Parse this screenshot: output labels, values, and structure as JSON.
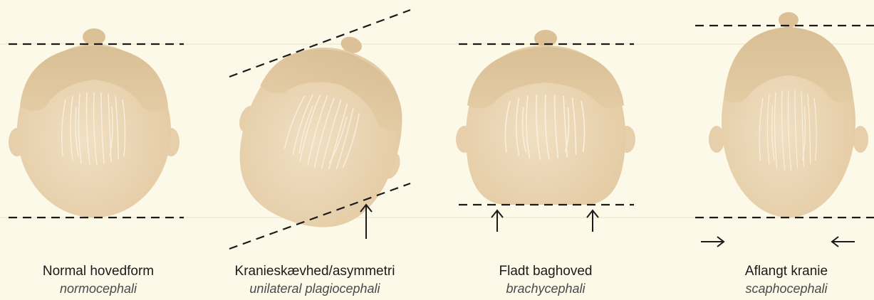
{
  "colors": {
    "background": "#fdf9e8",
    "skin_light": "#efdcbc",
    "skin_dark": "#dcc196",
    "hair_line": "#fbf2e2",
    "guide_line": "#1b1b1b"
  },
  "panels": [
    {
      "name": "Normal hovedform",
      "latin": "normocephali"
    },
    {
      "name": "Kranieskævhed/asymmetri",
      "latin": "unilateral plagiocephali"
    },
    {
      "name": "Fladt baghoved",
      "latin": "brachycephali"
    },
    {
      "name": "Aflangt kranie",
      "latin": "scaphocephali"
    }
  ]
}
